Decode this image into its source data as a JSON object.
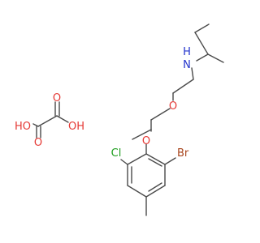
{
  "colors": {
    "bond": "#4a4a4a",
    "oxygen": "#e53935",
    "nitrogen": "#2233cc",
    "chlorine": "#1e9e1e",
    "bromine": "#a8441c",
    "background": "#ffffff"
  },
  "atoms": {
    "amine_nitrogen": "N",
    "amine_hydrogen": "H",
    "ether_oxygen_top": "O",
    "ether_oxygen_aryl": "O",
    "chlorine": "Cl",
    "bromine": "Br",
    "oxalic_oh_left": "HO",
    "oxalic_oh_right": "OH",
    "oxalic_o_top": "O",
    "oxalic_o_bottom": "O"
  }
}
